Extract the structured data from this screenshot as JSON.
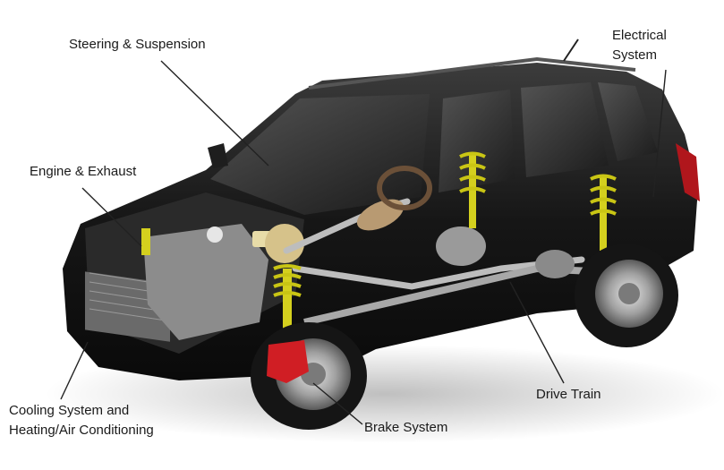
{
  "labels": {
    "steering_suspension": "Steering & Suspension",
    "engine_exhaust": "Engine & Exhaust",
    "electrical_line1": "Electrical",
    "electrical_line2": "System",
    "cooling_line1": "Cooling System and",
    "cooling_line2": "Heating/Air Conditioning",
    "brake_system": "Brake System",
    "drive_train": "Drive Train"
  },
  "colors": {
    "body": "#141414",
    "body_highlight": "#3a3a3a",
    "spring": "#d4d01e",
    "caliper": "#d01e24",
    "chrome": "#b8b8b8",
    "leader_line": "#222222"
  }
}
